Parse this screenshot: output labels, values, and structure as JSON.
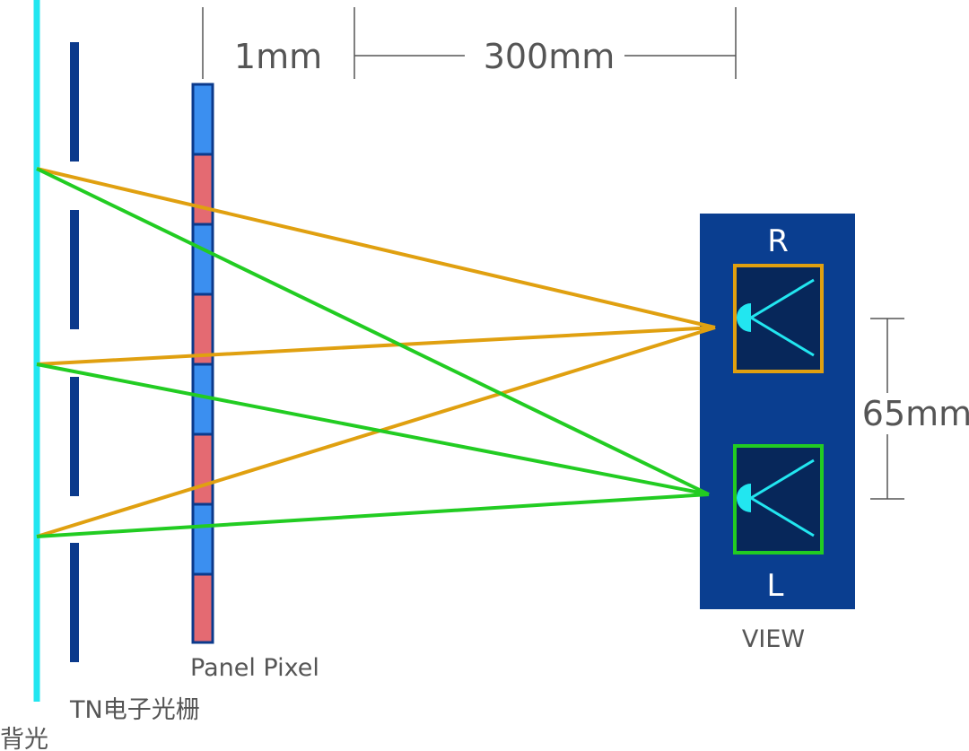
{
  "labels": {
    "gap_small": "1mm",
    "gap_large": "300mm",
    "eye_spacing": "65mm",
    "right_eye": "R",
    "left_eye": "L",
    "view": "VIEW",
    "panel": "Panel Pixel",
    "barrier": "TN电子光栅",
    "backlight": "背光"
  },
  "colors": {
    "backlight": "#22e6f0",
    "barrier": "#0b3a8c",
    "pixel_blue": "#3b8ff0",
    "pixel_red": "#e46a72",
    "pixel_border": "#0b3a8c",
    "ray_right_eye": "#e0a010",
    "ray_left_eye": "#22cc22",
    "view_box": "#0a3e90",
    "eye_bg": "#07275a",
    "eye_icon": "#22e6f0",
    "dimension": "#555555",
    "text_dark": "#555555",
    "text_light": "#ffffff"
  },
  "pixel_colors": [
    "blue",
    "red",
    "blue",
    "red",
    "blue",
    "red",
    "blue",
    "red"
  ],
  "icons": [
    "eye-icon"
  ]
}
